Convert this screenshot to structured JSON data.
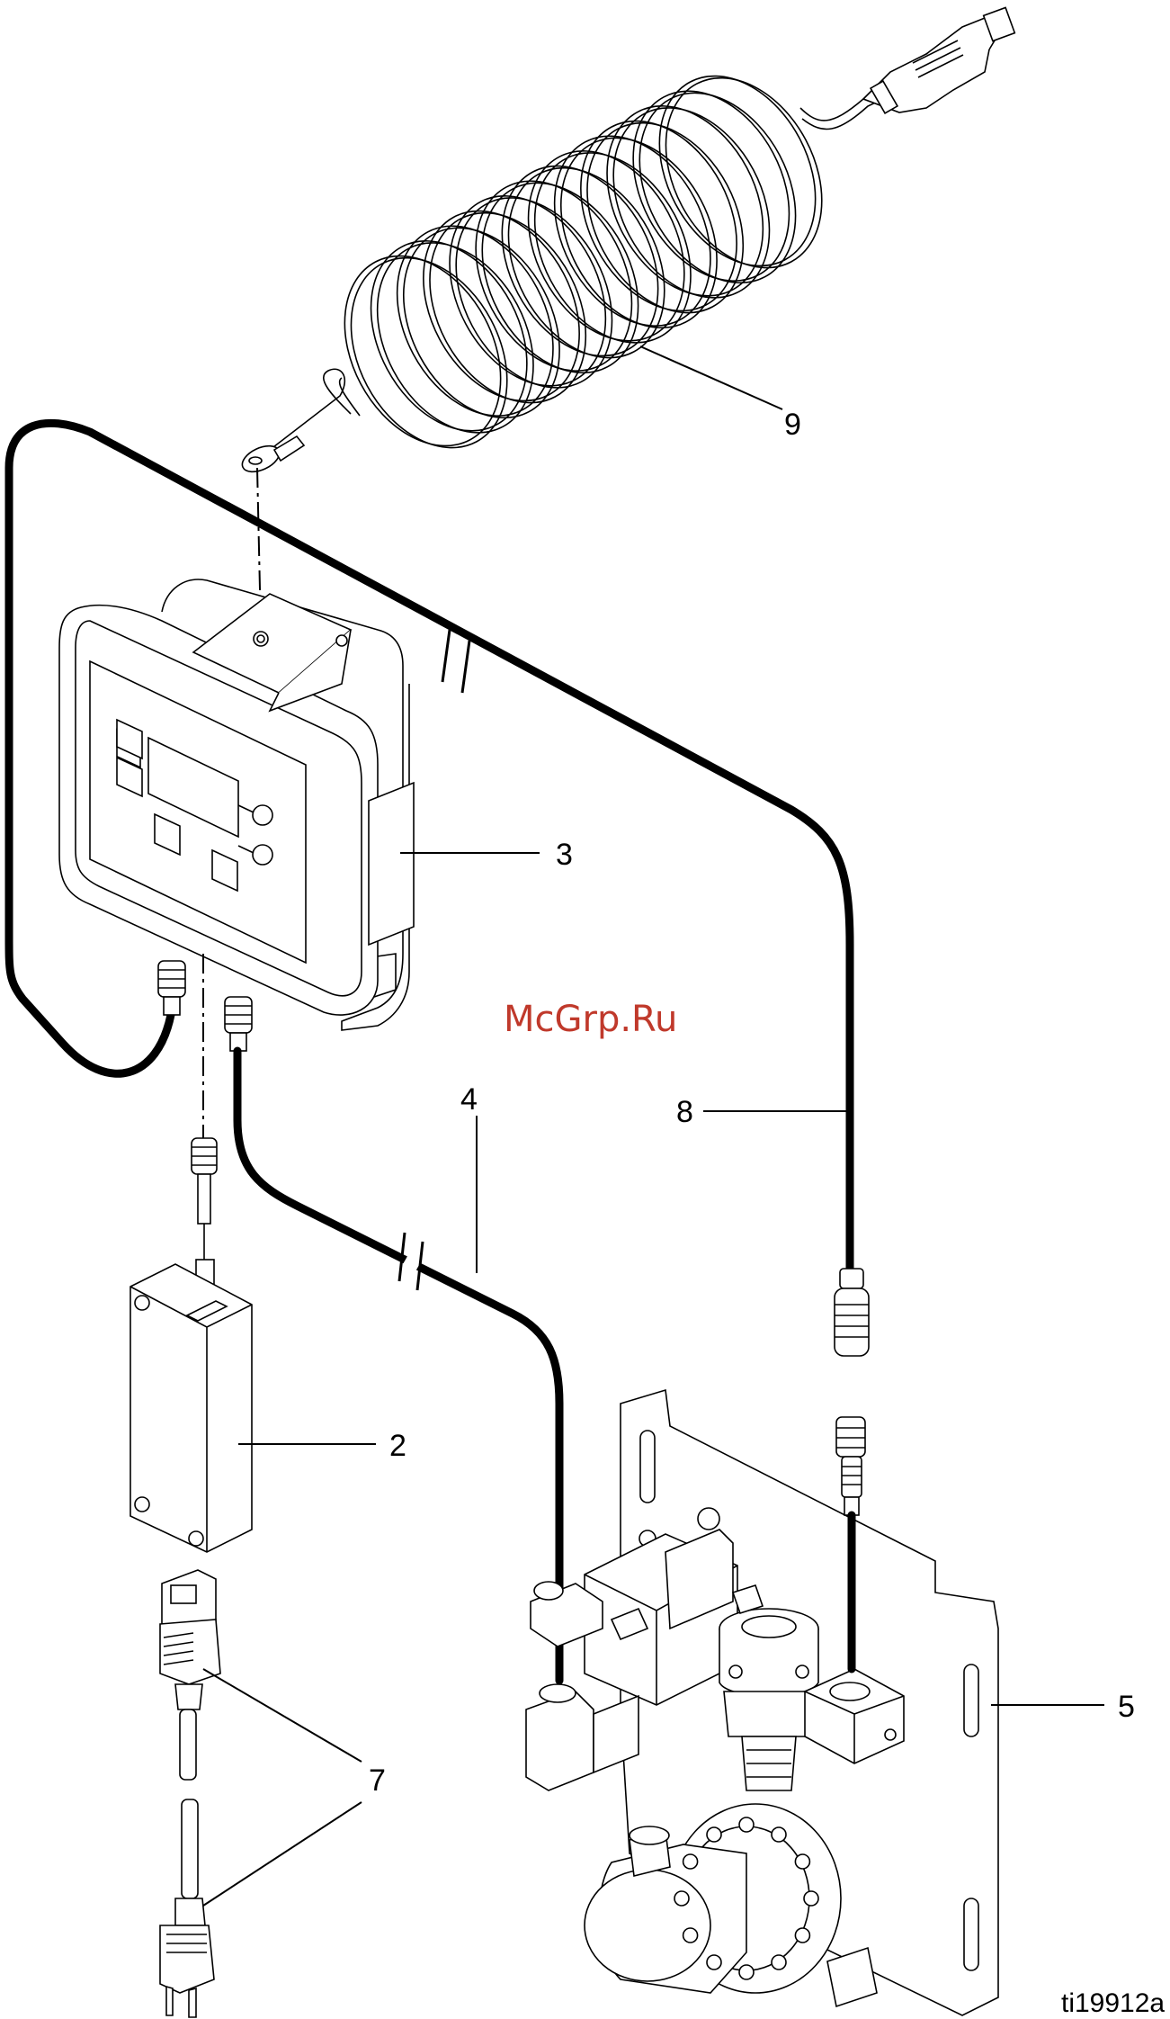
{
  "figure_id": "ti19912a",
  "watermark": "McGrp.Ru",
  "callouts": {
    "c2": "2",
    "c3": "3",
    "c4": "4",
    "c5": "5",
    "c7": "7",
    "c8": "8",
    "c9": "9"
  }
}
